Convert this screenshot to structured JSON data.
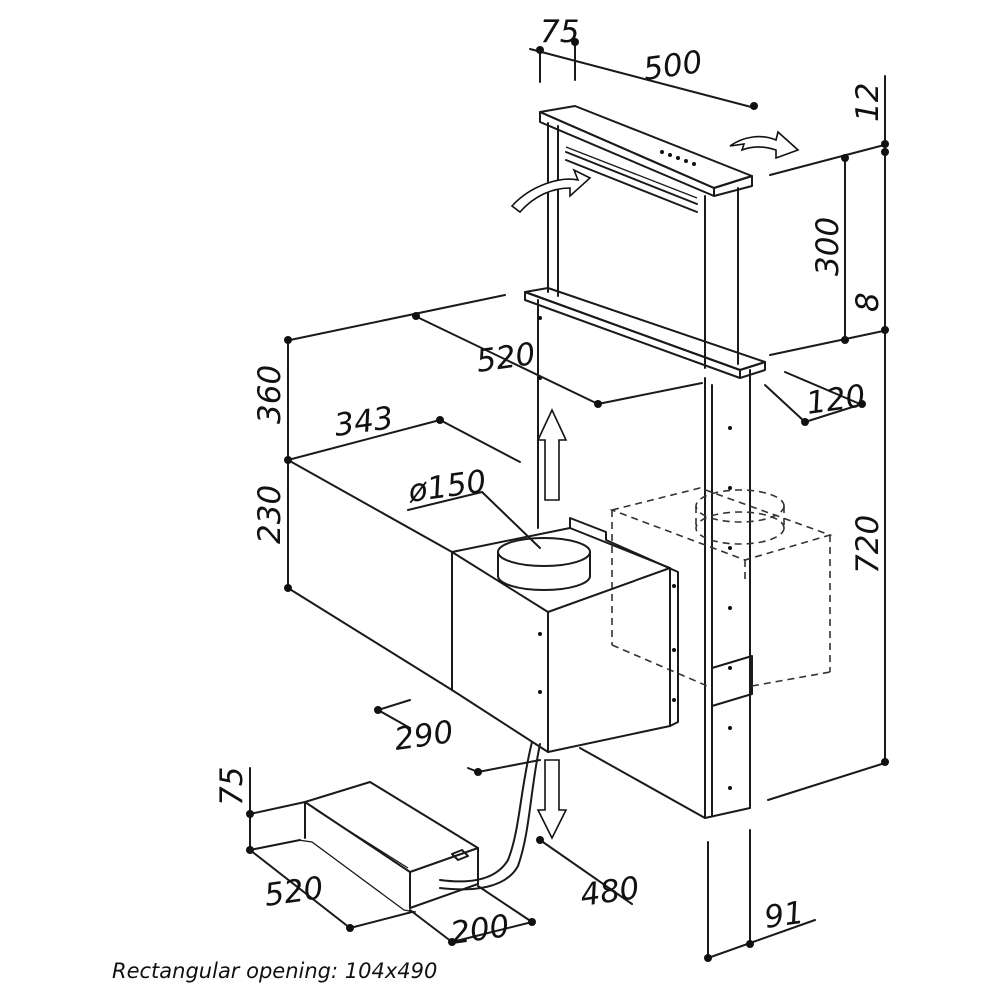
{
  "dimensions": {
    "d75_top": "75",
    "d500": "500",
    "d12": "12",
    "d300": "300",
    "d8": "8",
    "d520_top": "520",
    "d120": "120",
    "d360": "360",
    "d343": "343",
    "d230": "230",
    "d150": "ø150",
    "d720": "720",
    "d290": "290",
    "d75_bottom": "75",
    "d520_bottom": "520",
    "d200": "200",
    "d480": "480",
    "d91": "91"
  },
  "note": "Rectangular opening: 104x490"
}
